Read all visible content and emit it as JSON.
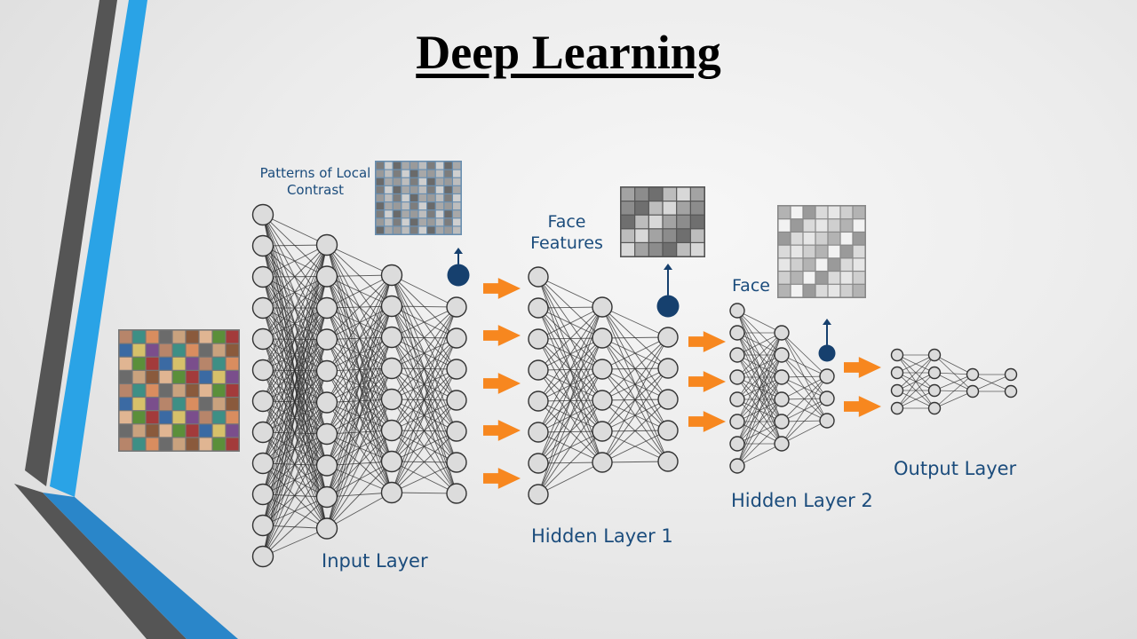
{
  "slide": {
    "title": "Deep Learning"
  },
  "labels": {
    "patterns": "Patterns of Local\nContrast",
    "face_features": "Face\nFeatures",
    "face": "Face",
    "input_layer": "Input Layer",
    "hidden_layer_1": "Hidden Layer 1",
    "hidden_layer_2": "Hidden Layer 2",
    "output_layer": "Output Layer"
  },
  "colors": {
    "label_blue": "#1b4c7c",
    "node_fill": "#dcdcdc",
    "node_stroke": "#333333",
    "highlight_node": "#16406e",
    "arrow_orange": "#f7871f",
    "deco_blue": "#2aa3e6",
    "deco_gray": "#555555"
  },
  "icons": [
    "face-grid-photo",
    "local-contrast-filters",
    "face-features-filters",
    "faces-collage",
    "orange-flow-arrow",
    "output-up-arrow"
  ]
}
